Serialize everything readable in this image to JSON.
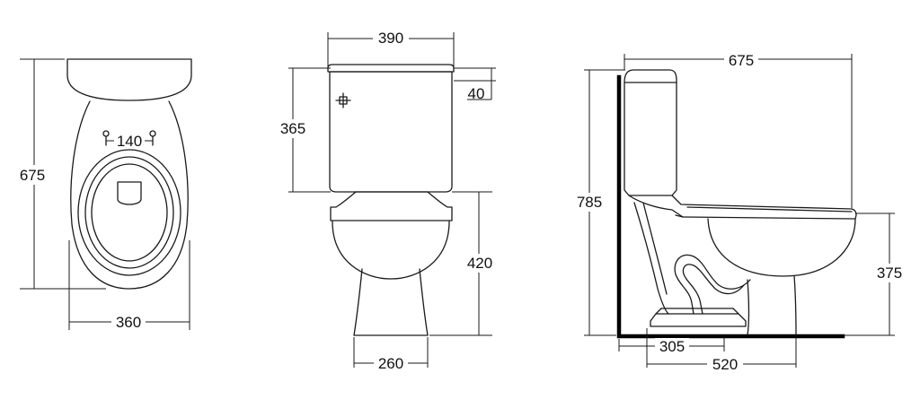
{
  "top_view": {
    "length": "675",
    "width": "360",
    "fixing_centres": "140"
  },
  "front_view": {
    "cistern_width": "390",
    "cistern_height": "365",
    "lid_height": "40",
    "seat_height": "420",
    "base_width": "260"
  },
  "side_view": {
    "projection": "675",
    "overall_height": "785",
    "pan_height": "375",
    "outlet_distance": "305",
    "base_depth": "520"
  }
}
